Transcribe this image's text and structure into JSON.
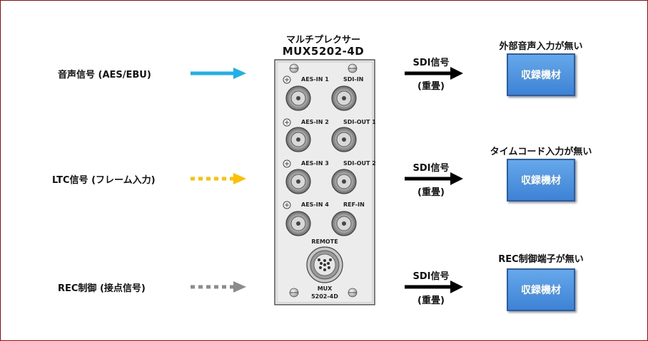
{
  "device": {
    "name_jp": "マルチプレクサー",
    "model": "MUX5202-4D",
    "ports": {
      "aes1": "AES-IN 1",
      "aes2": "AES-IN 2",
      "aes3": "AES-IN 3",
      "aes4": "AES-IN 4",
      "sdi_in": "SDI-IN",
      "sdi_out1": "SDI-OUT 1",
      "sdi_out2": "SDI-OUT 2",
      "ref_in": "REF-IN",
      "remote": "REMOTE"
    },
    "plate_line1": "MUX",
    "plate_line2": "5202-4D"
  },
  "inputs": [
    {
      "label": "音声信号 (AES/EBU)",
      "color": "#1fb0ec",
      "style": "solid"
    },
    {
      "label": "LTC信号 (フレーム入力)",
      "color": "#ffc000",
      "style": "dotted"
    },
    {
      "label": "REC制御 (接点信号)",
      "color": "#8c8c8c",
      "style": "dotted"
    }
  ],
  "outputs": [
    {
      "signal": "SDI信号",
      "note": "(重畳)",
      "title": "外部音声入力が無い",
      "box": "収録機材"
    },
    {
      "signal": "SDI信号",
      "note": "(重畳)",
      "title": "タイムコード入力が無い",
      "box": "収録機材"
    },
    {
      "signal": "SDI信号",
      "note": "(重畳)",
      "title": "REC制御端子が無い",
      "box": "収録機材"
    }
  ],
  "colors": {
    "frame": "#c00000",
    "box": "#4a90e2",
    "arrow_out": "#000000"
  }
}
